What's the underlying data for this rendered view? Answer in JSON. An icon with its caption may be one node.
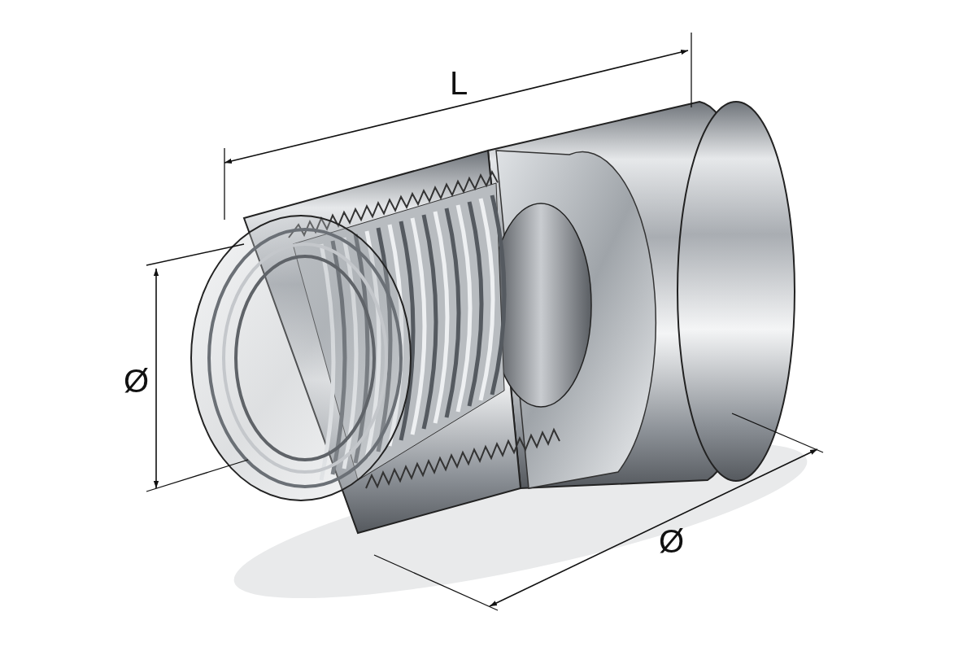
{
  "diagram": {
    "labels": [
      "L",
      "Ø",
      "Ø"
    ]
  }
}
